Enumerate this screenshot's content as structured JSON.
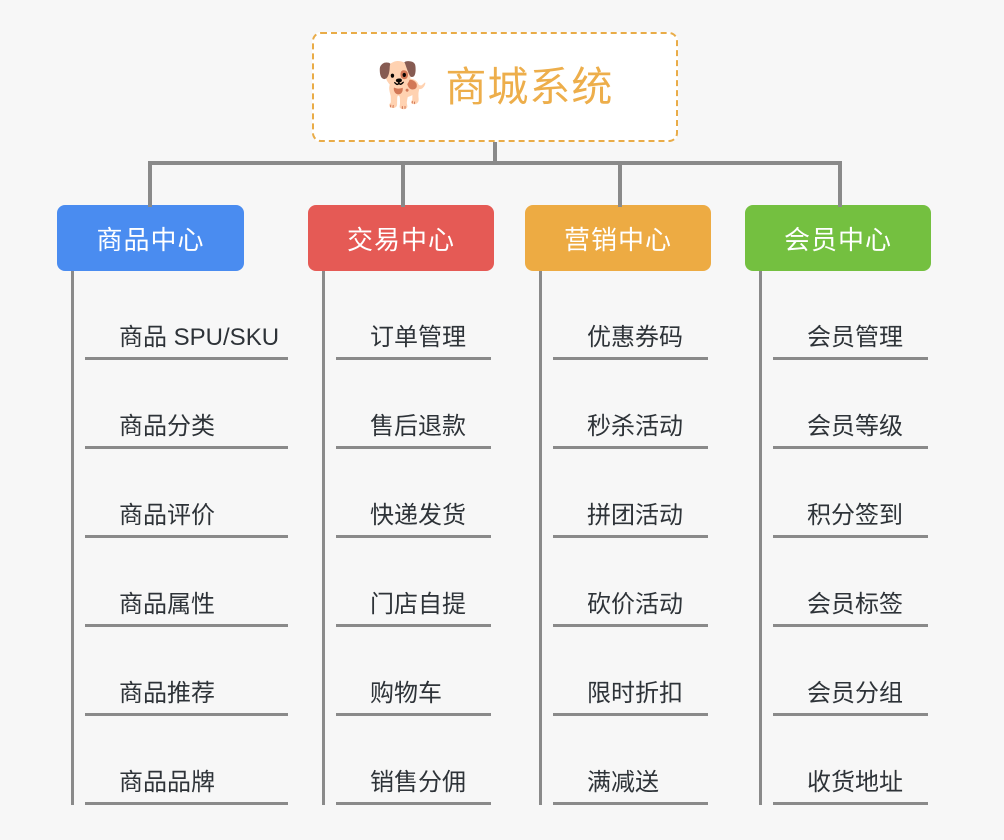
{
  "page": {
    "background_color": "#f7f7f7",
    "type": "mindmap-org-chart"
  },
  "root": {
    "icon": "shiba-dog-face-emoji",
    "emoji": "🐕",
    "label": "商城系统",
    "text_color": "#edae4b",
    "border_color": "#e9ac48",
    "background_color": "#ffffff"
  },
  "connector_color": "#8a8a8a",
  "branches": [
    {
      "id": "product-center",
      "label": "商品中心",
      "color": "#4a8cf0",
      "items": [
        {
          "label": "商品 SPU/SKU"
        },
        {
          "label": "商品分类"
        },
        {
          "label": "商品评价"
        },
        {
          "label": "商品属性"
        },
        {
          "label": "商品推荐"
        },
        {
          "label": "商品品牌"
        }
      ]
    },
    {
      "id": "trade-center",
      "label": "交易中心",
      "color": "#e55a55",
      "items": [
        {
          "label": "订单管理"
        },
        {
          "label": "售后退款"
        },
        {
          "label": "快递发货"
        },
        {
          "label": "门店自提"
        },
        {
          "label": "购物车"
        },
        {
          "label": "销售分佣"
        }
      ]
    },
    {
      "id": "marketing-center",
      "label": "营销中心",
      "color": "#edab43",
      "items": [
        {
          "label": "优惠券码"
        },
        {
          "label": "秒杀活动"
        },
        {
          "label": "拼团活动"
        },
        {
          "label": "砍价活动"
        },
        {
          "label": "限时折扣"
        },
        {
          "label": "满减送"
        }
      ]
    },
    {
      "id": "member-center",
      "label": "会员中心",
      "color": "#74c040",
      "items": [
        {
          "label": "会员管理"
        },
        {
          "label": "会员等级"
        },
        {
          "label": "积分签到"
        },
        {
          "label": "会员标签"
        },
        {
          "label": "会员分组"
        },
        {
          "label": "收货地址"
        }
      ]
    }
  ]
}
